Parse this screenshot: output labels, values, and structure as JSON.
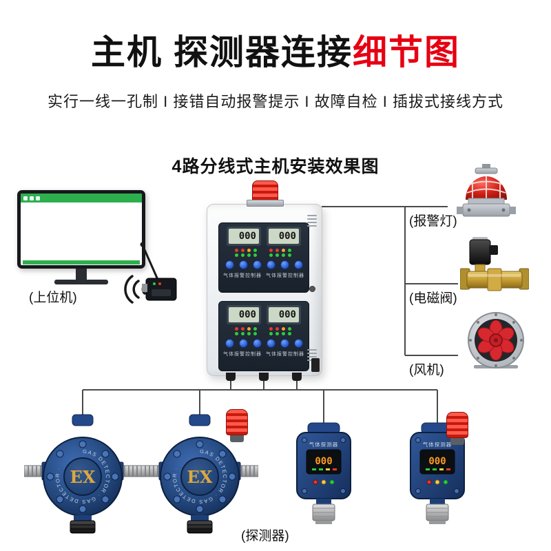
{
  "header": {
    "title_main": "主机 探测器连接",
    "title_accent": "细节图",
    "subtitle": "实行一线一孔制 I 接错自动报警提示 I 故障自检 I 插拔式接线方式",
    "section_title": "4路分线式主机安装效果图"
  },
  "labels": {
    "host_computer": "(上位机)",
    "alarm_light": "(报警灯)",
    "solenoid_valve": "(电磁阀)",
    "fan": "(风机)",
    "detector": "(探测器)"
  },
  "controller": {
    "lcd_value": "000",
    "panel_caption": "气体报警控制器"
  },
  "detectors": {
    "ex_text": "EX",
    "ring_text": "GAS DETECTOR · GAS DETECTOR ·",
    "body_label": "气体探测器",
    "lcd_value": "000"
  },
  "colors": {
    "accent_red": "#e60012",
    "detector_blue": "#1d3f77",
    "alarm_red": "#d21f14",
    "brass_gold": "#c9a23a",
    "software_green": "#2eaf4e"
  }
}
